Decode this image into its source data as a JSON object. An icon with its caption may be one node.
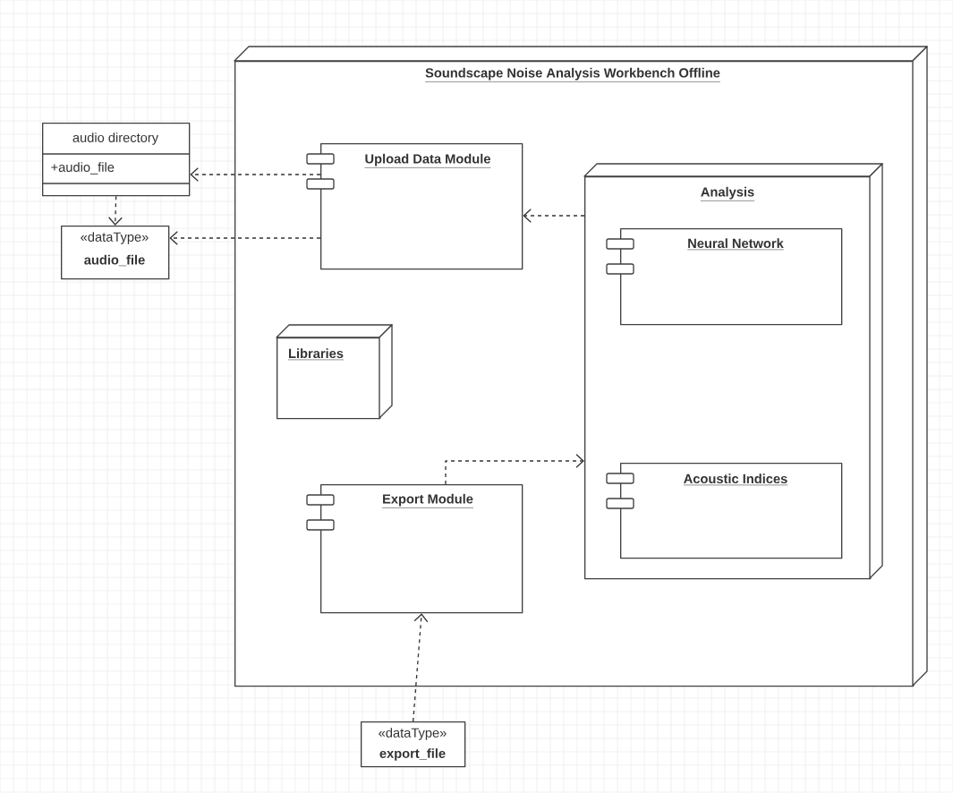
{
  "diagram": {
    "nodes": [
      {
        "text": [
          "audio directory",
          "+audio_file"
        ]
      },
      {
        "text": [
          "«dataType»",
          "audio_file"
        ]
      },
      {
        "text": [
          "Soundscape Noise Analysis Workbench Offline"
        ]
      },
      {
        "text": [
          "Upload Data Module"
        ],
        "in": 2
      },
      {
        "text": [
          "Analysis"
        ],
        "in": 2
      },
      {
        "text": [
          "Neural Network"
        ],
        "in": 4
      },
      {
        "text": [
          "Libraries"
        ],
        "in": 2
      },
      {
        "text": [
          "Acoustic Indices"
        ],
        "in": 4
      },
      {
        "text": [
          "Export Module"
        ],
        "in": 2
      },
      {
        "text": [
          "«dataType»",
          "export_file"
        ]
      }
    ],
    "edges": [
      {
        "from": 3,
        "to": 0,
        "arrow": "to",
        "style": "dashed"
      },
      {
        "from": 0,
        "to": 1,
        "arrow": "to",
        "style": "dashed"
      },
      {
        "from": 3,
        "to": 1,
        "arrow": "to",
        "style": "dashed"
      },
      {
        "from": 4,
        "to": 3,
        "arrow": "to",
        "style": "dashed"
      },
      {
        "from": 8,
        "to": 4,
        "arrow": "to",
        "style": "dashed"
      },
      {
        "from": 9,
        "to": 8,
        "arrow": "to",
        "style": "dashed"
      }
    ]
  }
}
